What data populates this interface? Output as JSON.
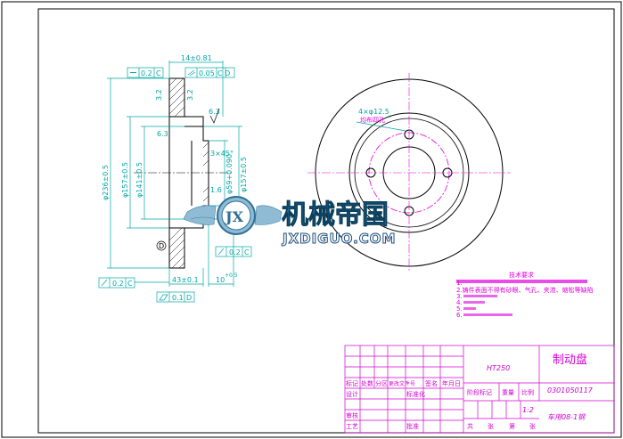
{
  "drawing": {
    "section_dims": {
      "width_top": "14±0.81",
      "flatness": "0.2",
      "flatness_datum": "C",
      "parallel": "0.05",
      "parallel_datums": "C D",
      "rough_left": "3.2",
      "rough_right": "3.2",
      "rough_main": "6.3",
      "rough_inner": "6.3",
      "dia_outer": "φ236±0.5",
      "dia_157_left": "φ157±0.5",
      "dia_141": "φ141±0.5",
      "chamfer": "3×45°",
      "dia_bore": "φ59+0.090",
      "dia_157_right": "φ157±0.5",
      "rough_small": "1.6",
      "datum_d": "D",
      "runout_right": "0.2",
      "runout_right_datum": "C",
      "runout_left": "0.2",
      "runout_left_datum": "C",
      "hub_thick": "43±0.1",
      "hub_thick2": "10",
      "hub_tol": "+0.5",
      "flatness2": "0.1",
      "flatness2_datum": "D"
    },
    "front_view": {
      "hole_callout": "4×φ12.5",
      "hole_note": "均布四孔"
    },
    "watermark": {
      "brand": "机械帝国",
      "url": "JXDIGUO.COM",
      "logo_letters": "JX"
    },
    "tech_requirements": {
      "title": "技术要求",
      "items": [
        "1.",
        "2.铸件表面不得有砂眼、气孔、夹渣、缩松等缺陷",
        "3.",
        "4.",
        "5.",
        "6."
      ]
    },
    "title_block": {
      "material": "HT250",
      "part_name": "制动盘",
      "drawing_no": "0301050117",
      "scale": "1:2",
      "vehicle": "车用08-1钢",
      "headers": [
        "标记",
        "处数",
        "分区",
        "更改文件号",
        "签名",
        "年月日"
      ],
      "design": "设计",
      "std": "标准化",
      "stage": "阶段标记",
      "weight": "重量",
      "ratio": "比例",
      "review": "审核",
      "process": "工艺",
      "approve": "批准",
      "total": "共",
      "sheet": "张",
      "page": "第",
      "sheet2": "张"
    }
  }
}
